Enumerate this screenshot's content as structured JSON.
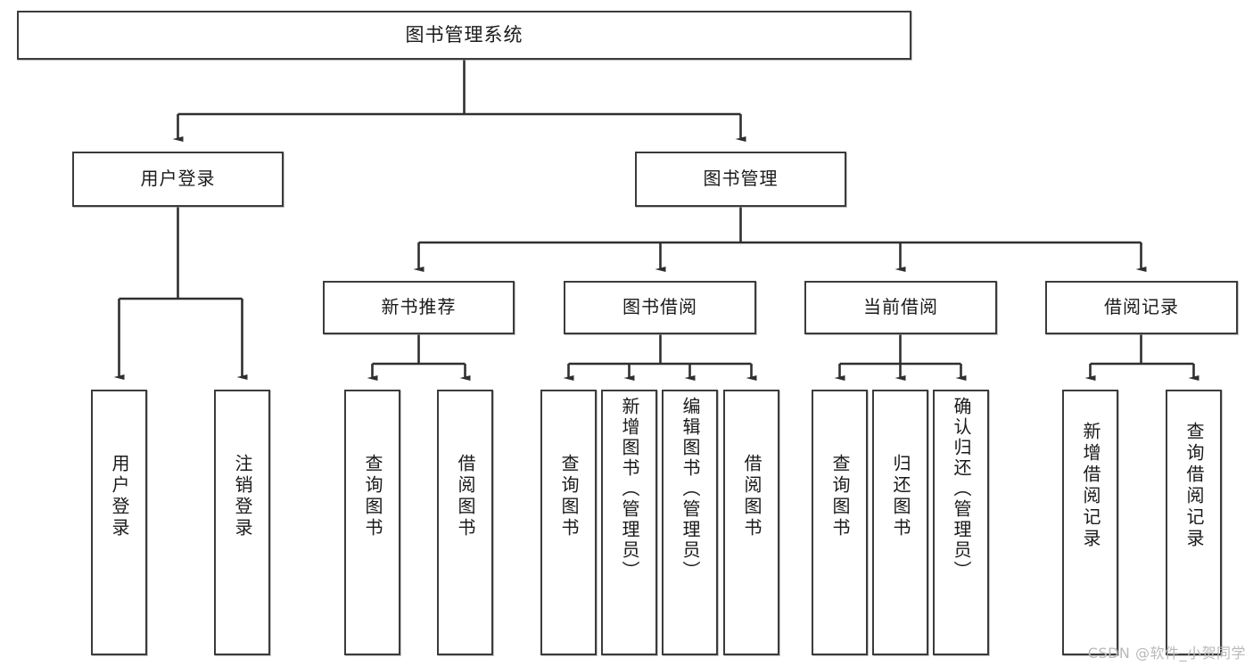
{
  "diagram": {
    "title": "图书管理系统",
    "type": "tree-hierarchy",
    "root": {
      "id": "root",
      "label": "图书管理系统"
    },
    "level2": [
      {
        "id": "user-login",
        "label": "用户登录"
      },
      {
        "id": "book-manage",
        "label": "图书管理"
      }
    ],
    "level3": [
      {
        "id": "new-book-rec",
        "label": "新书推荐",
        "parent": "book-manage"
      },
      {
        "id": "book-borrow",
        "label": "图书借阅",
        "parent": "book-manage"
      },
      {
        "id": "current-borrow",
        "label": "当前借阅",
        "parent": "book-manage"
      },
      {
        "id": "borrow-record",
        "label": "借阅记录",
        "parent": "book-manage"
      }
    ],
    "leaves": [
      {
        "id": "leaf-user-login",
        "label": "用户登录",
        "parent": "user-login"
      },
      {
        "id": "leaf-logout",
        "label": "注销登录",
        "parent": "user-login"
      },
      {
        "id": "leaf-query-book-1",
        "label": "查询图书",
        "parent": "new-book-rec"
      },
      {
        "id": "leaf-borrow-book-1",
        "label": "借阅图书",
        "parent": "new-book-rec"
      },
      {
        "id": "leaf-query-book-2",
        "label": "查询图书",
        "parent": "book-borrow"
      },
      {
        "id": "leaf-add-book",
        "label": "新增图书（管理员）",
        "parent": "book-borrow"
      },
      {
        "id": "leaf-edit-book",
        "label": "编辑图书（管理员）",
        "parent": "book-borrow"
      },
      {
        "id": "leaf-borrow-book-2",
        "label": "借阅图书",
        "parent": "book-borrow"
      },
      {
        "id": "leaf-query-book-3",
        "label": "查询图书",
        "parent": "current-borrow"
      },
      {
        "id": "leaf-return-book",
        "label": "归还图书",
        "parent": "current-borrow"
      },
      {
        "id": "leaf-confirm-return",
        "label": "确认归还（管理员）",
        "parent": "current-borrow"
      },
      {
        "id": "leaf-add-record",
        "label": "新增借阅记录",
        "parent": "borrow-record"
      },
      {
        "id": "leaf-query-record",
        "label": "查询借阅记录",
        "parent": "borrow-record"
      }
    ],
    "watermark": "CSDN @软件_小贺同学",
    "colors": {
      "border": "#3b3b3b",
      "background": "#ffffff",
      "text": "#1a1a1a",
      "connector": "#2f2f2f",
      "watermark": "#b9b9b9"
    }
  }
}
